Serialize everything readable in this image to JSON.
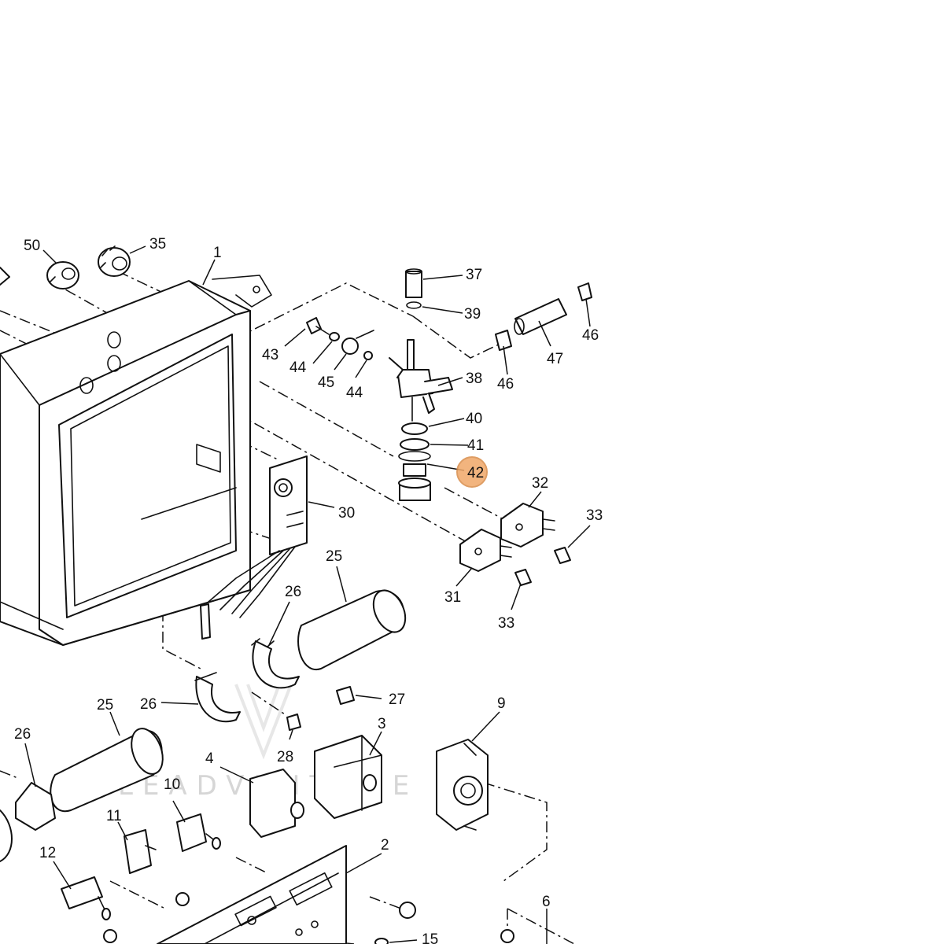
{
  "diagram": {
    "highlight_color": "#f0a868",
    "highlight_border": "#d98c4a",
    "line_color": "#111111",
    "watermark": "LEADVENTURE",
    "callouts": {
      "c50": "50",
      "c35": "35",
      "c1": "1",
      "c37": "37",
      "c39": "39",
      "c43": "43",
      "c44a": "44",
      "c45": "45",
      "c44b": "44",
      "c46a": "46",
      "c46b": "46",
      "c47": "47",
      "c38": "38",
      "c40": "40",
      "c41": "41",
      "c42": "42",
      "c32": "32",
      "c33a": "33",
      "c33b": "33",
      "c31": "31",
      "c30": "30",
      "c25a": "25",
      "c26a": "26",
      "c27": "27",
      "c28": "28",
      "c26b": "26",
      "c25b": "25",
      "c26c": "26",
      "c9": "9",
      "c3": "3",
      "c4": "4",
      "c10": "10",
      "c11": "11",
      "c12": "12",
      "c2": "2",
      "c6": "6",
      "c15": "15"
    }
  }
}
